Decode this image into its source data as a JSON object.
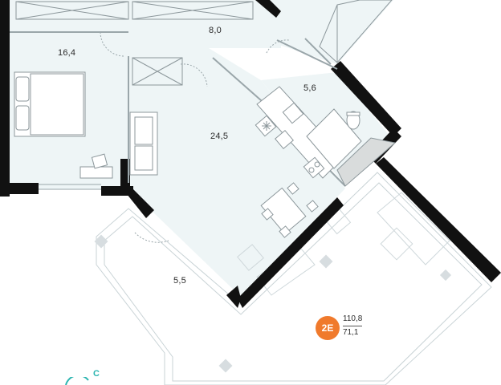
{
  "rooms": [
    {
      "id": "bedroom",
      "area": "16,4"
    },
    {
      "id": "hallway",
      "area": "8,0"
    },
    {
      "id": "living-kitchen",
      "area": "24,5"
    },
    {
      "id": "bathroom",
      "area": "5,6"
    },
    {
      "id": "balcony",
      "area": "5,5"
    }
  ],
  "unit": {
    "type_label": "2E",
    "total_area": "110,8",
    "living_area": "71,1"
  },
  "compass": {
    "letter": "С"
  },
  "colors": {
    "wall": "#111111",
    "room_fill": "#eef5f6",
    "accent": "#f07a2c",
    "compass": "#2bb5b0"
  }
}
